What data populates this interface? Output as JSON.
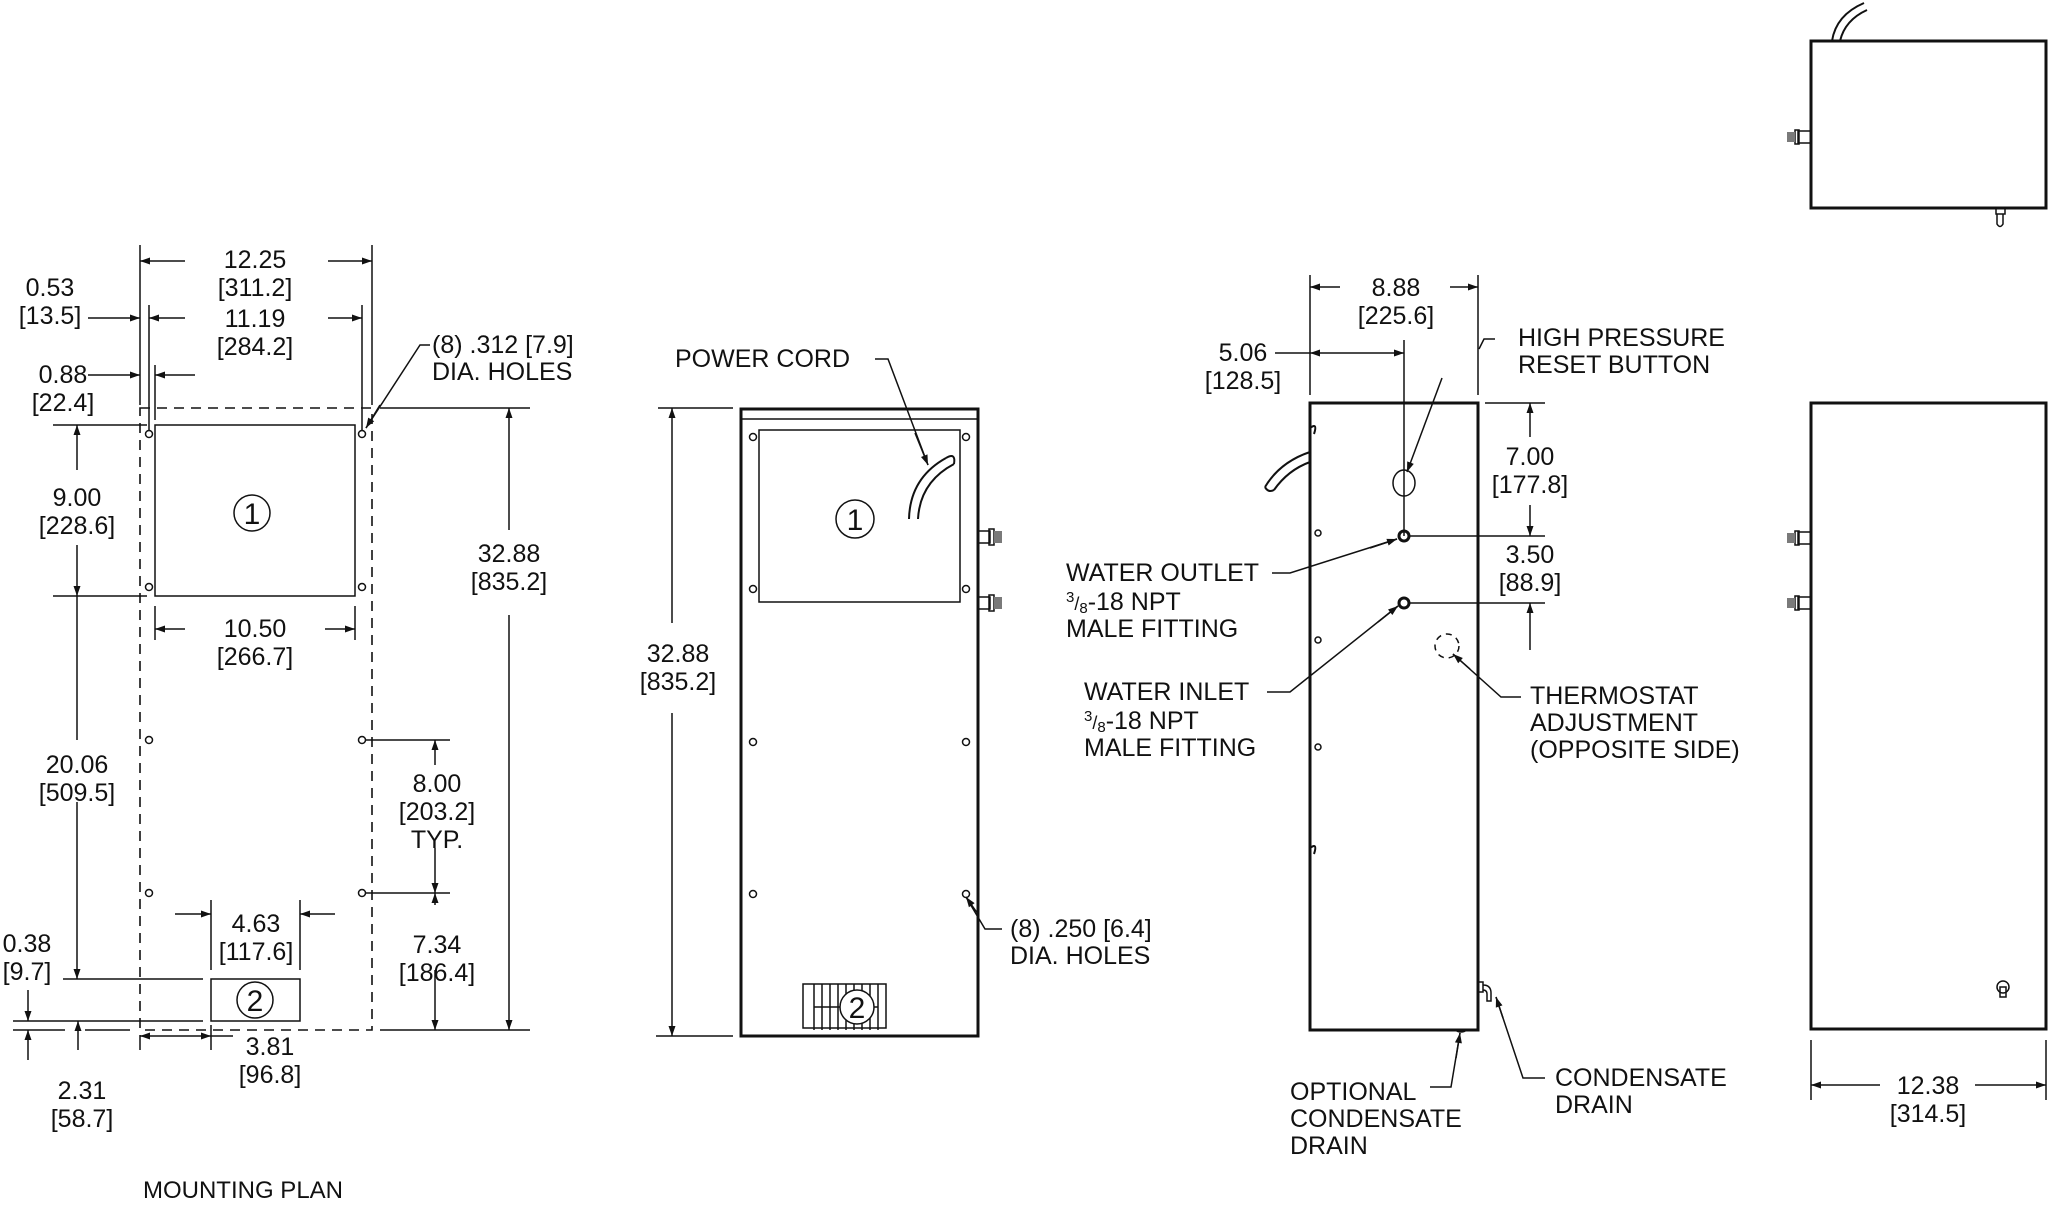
{
  "title": "MOUNTING PLAN",
  "mounting_plan": {
    "overall_width": {
      "in": "12.25",
      "mm": "[311.2]"
    },
    "hole_spacing_width": {
      "in": "11.19",
      "mm": "[284.2]"
    },
    "left_offset_a": {
      "in": "0.53",
      "mm": "[13.5]"
    },
    "left_offset_b": {
      "in": "0.88",
      "mm": "[22.4]"
    },
    "holes_note": {
      "line1": "(8) .312 [7.9]",
      "line2": "DIA. HOLES"
    },
    "cutout1_height": {
      "in": "9.00",
      "mm": "[228.6]"
    },
    "cutout1_width": {
      "in": "10.50",
      "mm": "[266.7]"
    },
    "overall_height": {
      "in": "32.88",
      "mm": "[835.2]"
    },
    "cutout2_offset": {
      "in": "20.06",
      "mm": "[509.5]"
    },
    "hole_pitch": {
      "in": "8.00",
      "mm": "[203.2]",
      "note": "TYP."
    },
    "cutout2_width": {
      "in": "4.63",
      "mm": "[117.6]"
    },
    "cutout2_height": {
      "in": "0.38",
      "mm": "[9.7]"
    },
    "bottom_hole_offset": {
      "in": "7.34",
      "mm": "[186.4]"
    },
    "cutout2_bottom": {
      "in": "2.31",
      "mm": "[58.7]"
    },
    "cutout2_left": {
      "in": "3.81",
      "mm": "[96.8]"
    },
    "balloon1": "1",
    "balloon2": "2"
  },
  "front_view": {
    "power_cord_label": "POWER CORD",
    "height": {
      "in": "32.88",
      "mm": "[835.2]"
    },
    "holes_note": {
      "line1": "(8) .250 [6.4]",
      "line2": "DIA. HOLES"
    },
    "balloon1": "1",
    "balloon2": "2"
  },
  "side_view": {
    "depth": {
      "in": "8.88",
      "mm": "[225.6]"
    },
    "reset_offset": {
      "in": "5.06",
      "mm": "[128.5]"
    },
    "reset_label": {
      "line1": "HIGH PRESSURE",
      "line2": "RESET BUTTON"
    },
    "outlet_offset": {
      "in": "7.00",
      "mm": "[177.8]"
    },
    "inlet_spacing": {
      "in": "3.50",
      "mm": "[88.9]"
    },
    "water_outlet": {
      "line1": "WATER OUTLET",
      "frac_num": "3",
      "frac_den": "8",
      "line2_rest": "-18 NPT",
      "line3": "MALE FITTING"
    },
    "water_inlet": {
      "line1": "WATER INLET",
      "frac_num": "3",
      "frac_den": "8",
      "line2_rest": "-18 NPT",
      "line3": "MALE FITTING"
    },
    "thermostat": {
      "line1": "THERMOSTAT",
      "line2": "ADJUSTMENT",
      "line3": "(OPPOSITE SIDE)"
    },
    "optional_drain": {
      "line1": "OPTIONAL",
      "line2": "CONDENSATE",
      "line3": "DRAIN"
    },
    "condensate_drain": {
      "line1": "CONDENSATE",
      "line2": "DRAIN"
    }
  },
  "rear_view": {
    "width": {
      "in": "12.38",
      "mm": "[314.5]"
    }
  }
}
